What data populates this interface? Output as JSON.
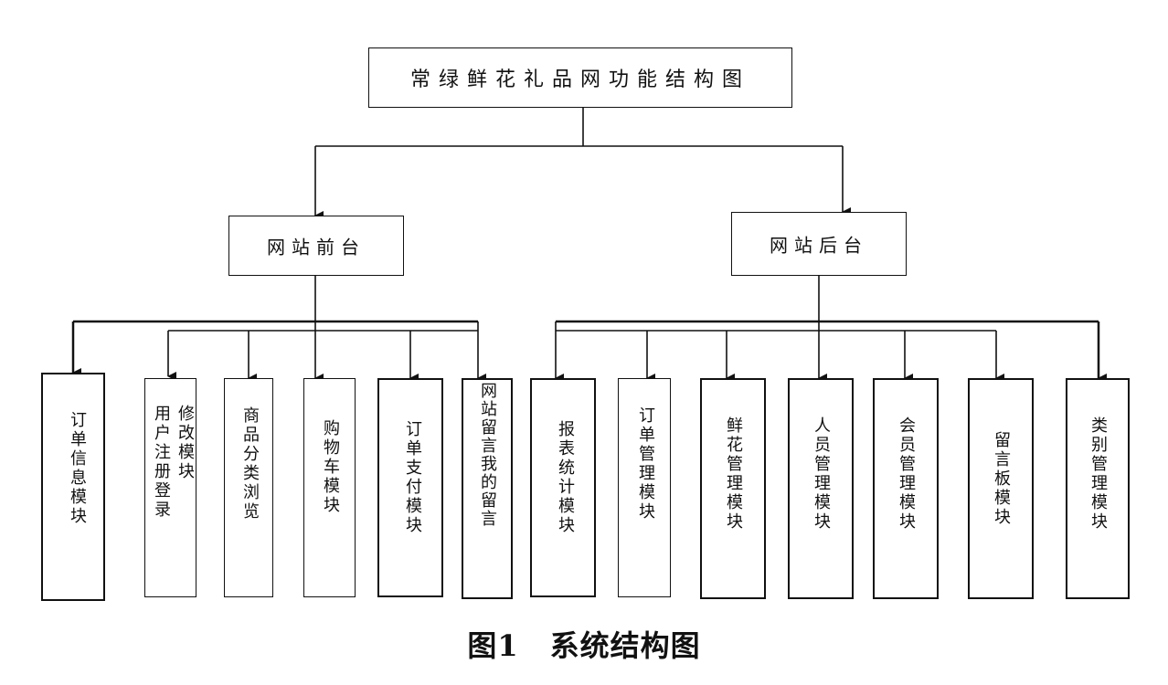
{
  "root": {
    "label": "常绿鲜花礼品网功能结构图"
  },
  "branches": [
    {
      "label": "网站前台"
    },
    {
      "label": "网站后台"
    }
  ],
  "front_modules": [
    {
      "lines": [
        "订单信息模块"
      ]
    },
    {
      "lines": [
        "修改模块",
        "用户注册登录"
      ]
    },
    {
      "lines": [
        "商品分类浏览"
      ]
    },
    {
      "lines": [
        "购物车模块"
      ]
    },
    {
      "lines": [
        "订单支付模块"
      ]
    },
    {
      "lines": [
        "网站留言我的留言"
      ]
    }
  ],
  "back_modules": [
    {
      "lines": [
        "报表统计模块"
      ]
    },
    {
      "lines": [
        "订单管理模块"
      ]
    },
    {
      "lines": [
        "鲜花管理模块"
      ]
    },
    {
      "lines": [
        "人员管理模块"
      ]
    },
    {
      "lines": [
        "会员管理模块"
      ]
    },
    {
      "lines": [
        "留言板模块"
      ]
    },
    {
      "lines": [
        "类别管理模块"
      ]
    }
  ],
  "caption": {
    "number": "图1",
    "text": "系统结构图"
  }
}
